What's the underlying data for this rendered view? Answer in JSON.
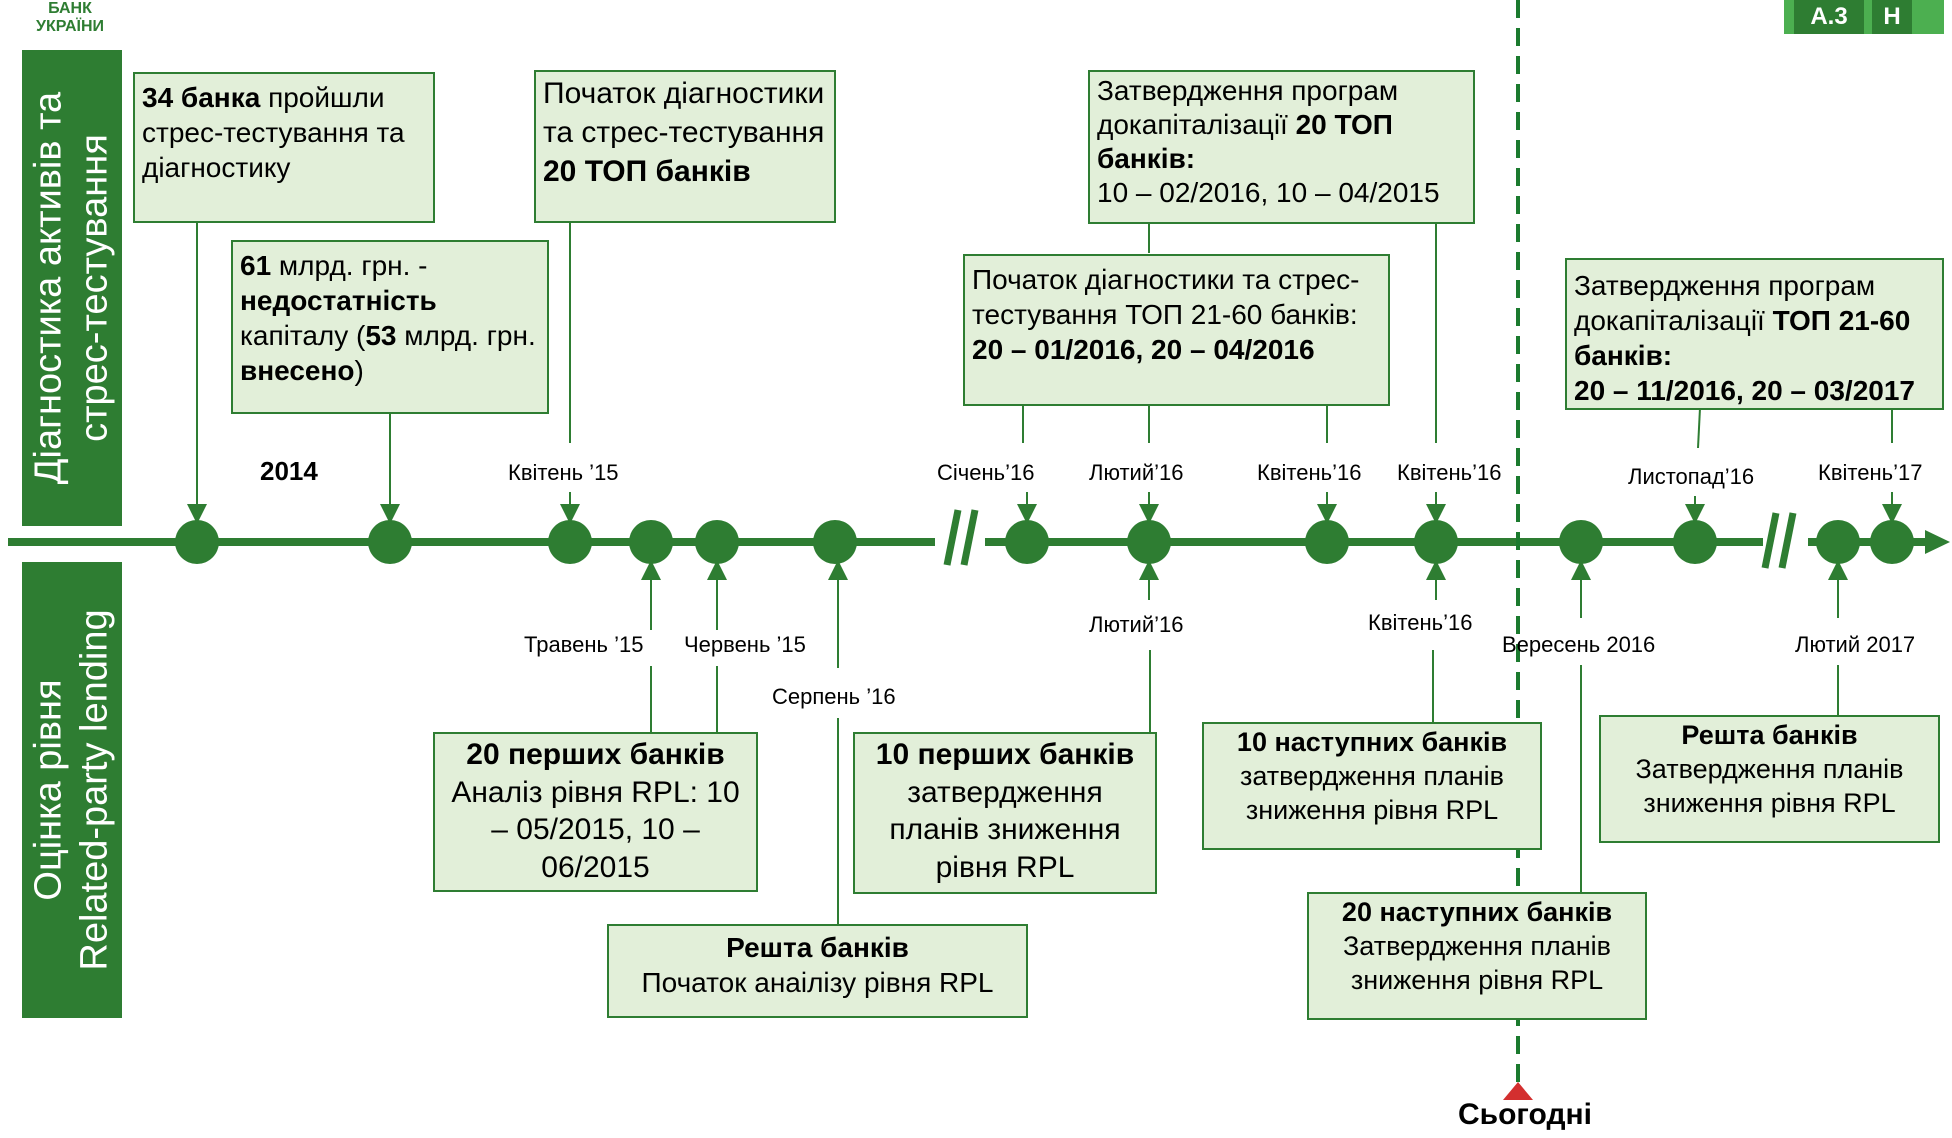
{
  "logo": {
    "line1": "БАНК",
    "line2": "УКРАЇНИ"
  },
  "badges": {
    "section": "A.3",
    "letter": "Н"
  },
  "bands": {
    "top": {
      "line1": "Діагностика активів та",
      "line2": "стрес-тестування"
    },
    "bottom": {
      "line1": "Оцінка рівня",
      "line2": "Related-party lending"
    }
  },
  "today_label": "Сьогодні",
  "year_label": "2014",
  "top_labels": {
    "apr15": "Квітень ’15",
    "jan16": "Січень’16",
    "feb16": "Лютий’16",
    "apr16a": "Квітень’16",
    "apr16b": "Квітень’16",
    "nov16": "Листопад’16",
    "apr17": "Квітень’17"
  },
  "bottom_labels": {
    "may15": "Травень ’15",
    "jun15": "Червень ’15",
    "aug16": "Серпень ’16",
    "feb16": "Лютий’16",
    "apr16": "Квітень’16",
    "sep16": "Вересень 2016",
    "feb17": "Лютий 2017"
  },
  "top_boxes": {
    "b1": {
      "bold": "34 банка",
      "rest": " пройшли стрес-тестування та діагностику"
    },
    "b2": {
      "p1b": "61",
      "p2": " млрд. грн. - ",
      "p3b": "недостатність",
      "p4": " капіталу (",
      "p5b": "53",
      "p6": " млрд. грн. ",
      "p7b": "внесено",
      "p8": ")"
    },
    "b3": {
      "text": "Початок діагностики та стрес-тестування ",
      "bold": "20 ТОП банків"
    },
    "b4": {
      "text": "Затвердження програм докапіталізації ",
      "bold": "20 ТОП банків:",
      "dates": "10 – 02/2016, 10 – 04/2015"
    },
    "b5": {
      "text": "Початок діагностики та стрес-тестування ТОП 21-60 банків: ",
      "bold": "20 – 01/2016, 20 – 04/2016"
    },
    "b6": {
      "text": "Затвердження програм докапіталізації ",
      "bold1": "ТОП 21-60 банків:",
      "bold2": "20 – 11/2016, 20 – 03/2017"
    }
  },
  "bottom_boxes": {
    "c1": {
      "title": "20 перших банків",
      "text": "Аналіз рівня RPL: 10 – 05/2015, 10 – 06/2015"
    },
    "c2": {
      "title": "Решта банків",
      "text": "Початок анаілізу рівня RPL"
    },
    "c3": {
      "title": "10 перших банків",
      "text": "затвердження планів зниження рівня RPL"
    },
    "c4": {
      "title": "10 наступних банків",
      "text": "затвердження планів зниження рівня RPL"
    },
    "c5": {
      "title": "20 наступних банків",
      "text": "Затвердження планів зниження рівня RPL"
    },
    "c6": {
      "title": "Решта банків",
      "text": "Затвердження планів зниження рівня RPL"
    }
  },
  "colors": {
    "green": "#2e7d32",
    "box_fill": "#e2efd9",
    "today_marker": "#d32f2f"
  }
}
